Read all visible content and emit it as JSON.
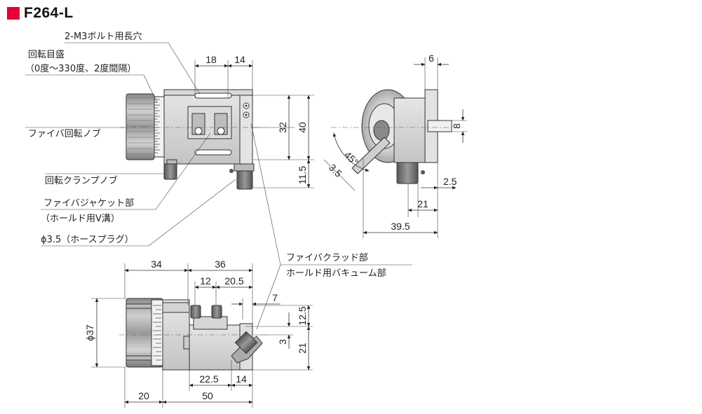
{
  "title": "F264-L",
  "accent_color": "#e6003a",
  "callouts": {
    "bolt_holes": "2-M3ボルト用長穴",
    "scale_line1": "回転目盛",
    "scale_line2": "（0度～330度、2度間隔）",
    "rotation_knob": "ファイバ回転ノブ",
    "clamp_knob": "回転クランプノブ",
    "jacket_line1": "ファイバジャケット部",
    "jacket_line2": "（ホールド用V溝）",
    "hose_plug": "ϕ3.5（ホースプラグ）",
    "clad_line1": "ファイバクラッド部",
    "clad_line2": "ホールド用バキューム部"
  },
  "front_view": {
    "dim_18": "18",
    "dim_14": "14",
    "dim_32": "32",
    "dim_40": "40",
    "dim_11_5": "11.5"
  },
  "side_view": {
    "dim_6": "6",
    "dim_8": "8",
    "dim_2_5": "2.5",
    "dim_21": "21",
    "dim_39_5": "39.5",
    "dim_45": "45°",
    "dim_3_5": "3.5"
  },
  "top_view": {
    "dim_34": "34",
    "dim_36": "36",
    "dim_12": "12",
    "dim_20_5": "20.5",
    "dim_7": "7",
    "dim_12_5": "12.5",
    "dim_3": "3",
    "dim_21": "21",
    "dim_phi37": "ϕ37",
    "dim_22_5": "22.5",
    "dim_14": "14",
    "dim_20": "20",
    "dim_50": "50"
  }
}
